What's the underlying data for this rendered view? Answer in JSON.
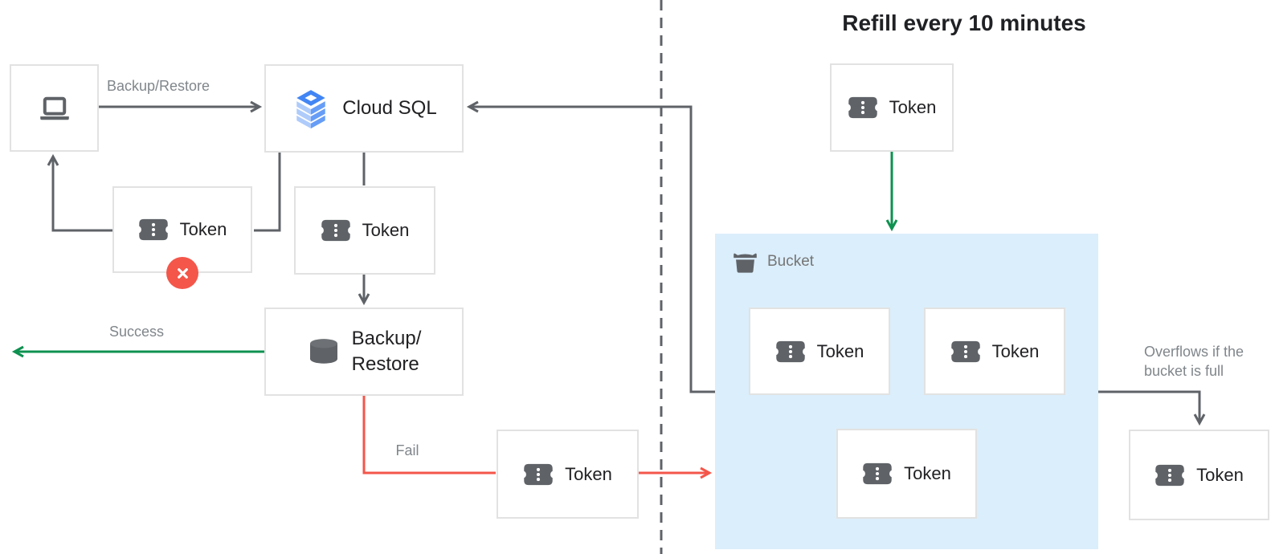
{
  "header": {
    "title": "Refill every 10 minutes"
  },
  "nodes": {
    "client": {
      "icon": "laptop-icon"
    },
    "cloud_sql": {
      "label": "Cloud SQL",
      "icon": "cloud-sql-icon"
    },
    "token_denied": {
      "label": "Token",
      "icon": "token-icon",
      "badge": "error-x"
    },
    "token_granted": {
      "label": "Token",
      "icon": "token-icon"
    },
    "backup_restore": {
      "label_line1": "Backup/",
      "label_line2": "Restore",
      "icon": "database-icon"
    },
    "token_fail": {
      "label": "Token",
      "icon": "token-icon"
    },
    "token_refill": {
      "label": "Token",
      "icon": "token-icon"
    },
    "bucket": {
      "label": "Bucket",
      "icon": "bucket-icon",
      "tokens": [
        {
          "label": "Token"
        },
        {
          "label": "Token"
        },
        {
          "label": "Token"
        }
      ]
    },
    "token_overflow": {
      "label": "Token"
    }
  },
  "edges": {
    "backup_restore_label": "Backup/Restore",
    "success_label": "Success",
    "fail_label": "Fail",
    "overflow_line1": "Overflows if the",
    "overflow_line2": "bucket is full"
  },
  "colors": {
    "connector_gray": "#5f6368",
    "success_green": "#0e9150",
    "fail_red": "#f4564a",
    "bucket_fill": "#dbeefb",
    "label_gray": "#80868b",
    "box_border": "#e2e2e2",
    "icon_gray": "#5f6368",
    "cloud_sql_blue": "#4285f4",
    "cloud_sql_light_blue": "#aecbfa"
  }
}
